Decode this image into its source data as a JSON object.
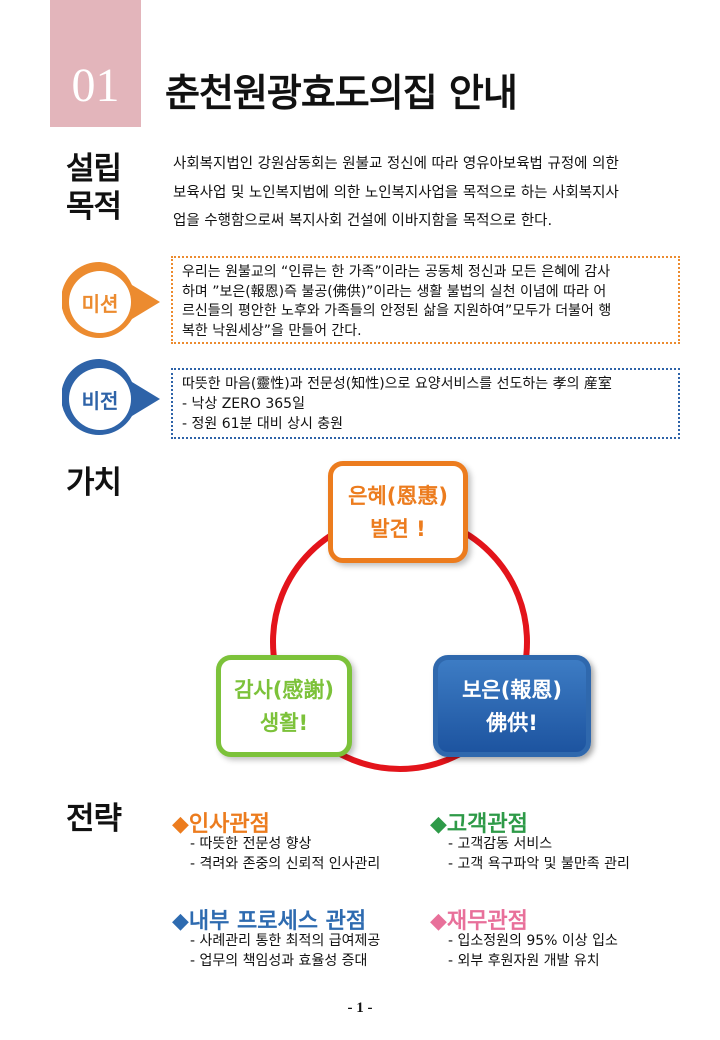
{
  "header": {
    "number": "01",
    "title": "춘천원광효도의집 안내"
  },
  "purpose": {
    "label_line1": "설립",
    "label_line2": "목적",
    "lines": [
      "사회복지법인 강원삼동회는 원불교 정신에 따라 영유아보육법 규정에 의한",
      "보육사업 및 노인복지법에 의한 노인복지사업을 목적으로 하는 사회복지사",
      "업을 수행함으로써 복지사회 건설에 이바지함을 목적으로 한다."
    ]
  },
  "mission": {
    "label": "미션",
    "lines": [
      "우리는 원불교의 “인류는 한 가족”이라는 공동체 정신과 모든 은혜에 감사",
      "하며 ”보은(報恩)즉 불공(佛供)”이라는 생활 불법의 실천 이념에 따라 어",
      "르신들의 평안한 노후와 가족들의 안정된 삶을 지원하여”모두가 더불어 행",
      "복한 낙원세상”을 만들어 간다."
    ],
    "color": "#ec8b2f"
  },
  "vision": {
    "label": "비전",
    "lines": [
      "따뜻한 마음(靈性)과 전문성(知性)으로 요양서비스를 선도하는 孝의 産室",
      "- 낙상 ZERO 365일",
      "- 정원  61분 대비 상시 충원"
    ],
    "color": "#2e63a8"
  },
  "values": {
    "label": "가치",
    "top": {
      "line1": "은혜(恩惠)",
      "line2": "발견 !",
      "color": "#ec7c1e"
    },
    "left": {
      "line1": "감사(感謝)",
      "line2": "생활!",
      "color": "#7cc23a"
    },
    "right": {
      "line1": "보은(報恩)",
      "line2": "佛供!",
      "color": "#2f68ad"
    },
    "ring_color": "#e3141b"
  },
  "strategy": {
    "label": "전략",
    "hr": {
      "title": "◆인사관점",
      "color": "#ec7c1e",
      "items": [
        "- 따뜻한 전문성 향상",
        "- 격려와 존중의 신뢰적 인사관리"
      ]
    },
    "customer": {
      "title": "◆고객관점",
      "color": "#2e9a48",
      "items": [
        "- 고객감동 서비스",
        "- 고객 욕구파악 및 불만족 관리"
      ]
    },
    "process": {
      "title": "◆내부 프로세스 관점",
      "color": "#2e6bb0",
      "items": [
        "- 사례관리 통한 최적의 급여제공",
        "- 업무의 책임성과 효율성  증대"
      ]
    },
    "finance": {
      "title": "◆재무관점",
      "color": "#e8709a",
      "items": [
        "- 입소정원의 95% 이상 입소",
        "- 외부 후원자원 개발 유치"
      ]
    }
  },
  "footer": {
    "page": "- 1 -"
  }
}
